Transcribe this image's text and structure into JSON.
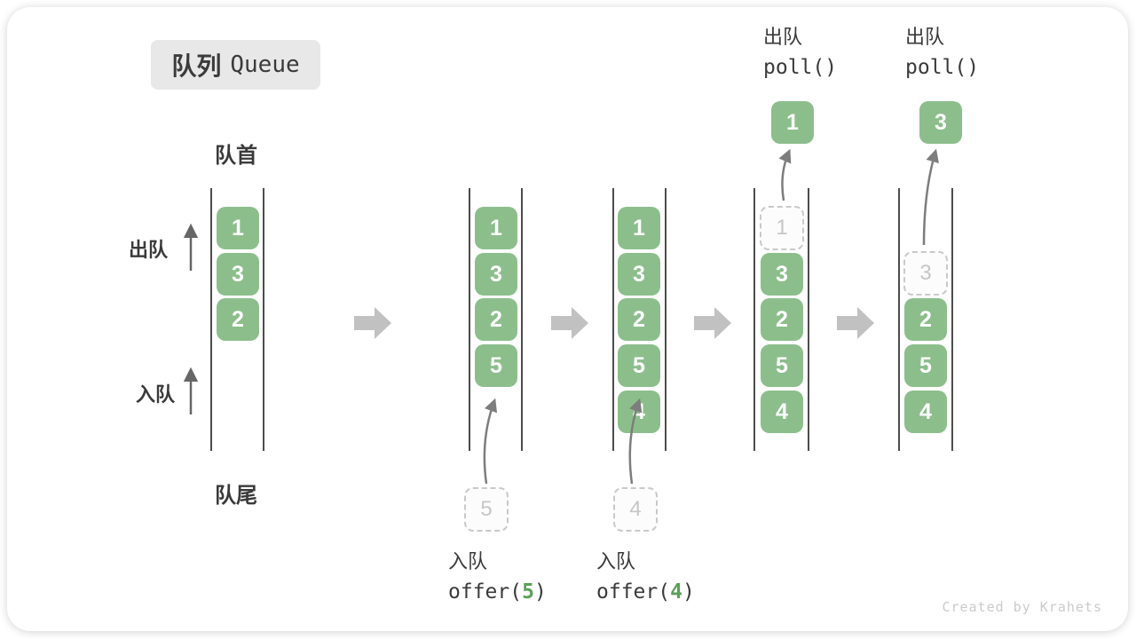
{
  "title": {
    "zh": "队列",
    "en": "Queue"
  },
  "labels": {
    "front": "队首",
    "rear": "队尾",
    "dequeue_side": "出队",
    "enqueue_side": "入队"
  },
  "colors": {
    "cell_green": "#8cbe8c",
    "code_arg_green": "#5aa05a",
    "block_arrow_gray": "#c1c1c1",
    "line_dark": "#4c4c4c",
    "dashed_gray": "#c9c9c9",
    "badge_gray": "#e8e8e8"
  },
  "col1": {
    "cells": [
      "1",
      "3",
      "2"
    ]
  },
  "col2": {
    "cells": [
      "1",
      "3",
      "2",
      "5"
    ],
    "pending": "5",
    "op": {
      "zh": "入队",
      "pre": "offer(",
      "arg": "5",
      "post": ")"
    }
  },
  "col3": {
    "cells": [
      "1",
      "3",
      "2",
      "5",
      "4"
    ],
    "pending": "4",
    "op": {
      "zh": "入队",
      "pre": "offer(",
      "arg": "4",
      "post": ")"
    }
  },
  "col4": {
    "ghost": "1",
    "cells": [
      "3",
      "2",
      "5",
      "4"
    ],
    "popped": "1",
    "op": {
      "zh": "出队",
      "code": "poll()"
    }
  },
  "col5": {
    "ghost": "3",
    "cells": [
      "2",
      "5",
      "4"
    ],
    "popped": "3",
    "op": {
      "zh": "出队",
      "code": "poll()"
    }
  },
  "footer": "Created by Krahets"
}
